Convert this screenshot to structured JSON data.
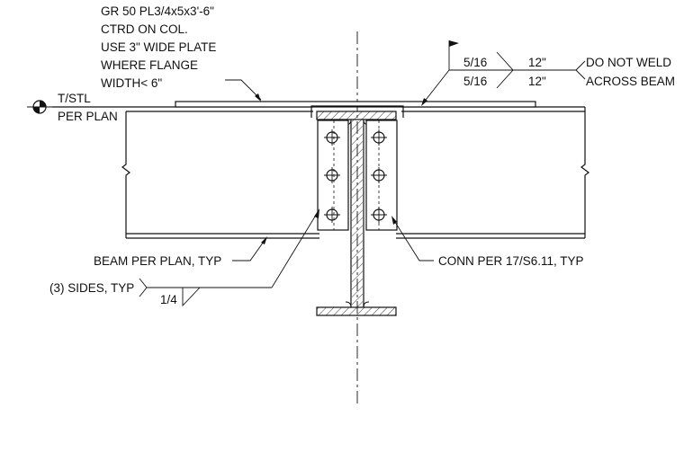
{
  "notes": {
    "plate_callout": [
      "GR 50 PL3/4x5x3'-6\"",
      "CTRD ON COL.",
      "USE 3\" WIDE PLATE",
      "WHERE FLANGE",
      "WIDTH< 6\""
    ],
    "tstl": [
      "T/STL",
      "PER PLAN"
    ],
    "weld_top_size": "5/16",
    "weld_bottom_size": "5/16",
    "weld_top_length": "12\"",
    "weld_bottom_length": "12\"",
    "weld_note": [
      "DO NOT WELD",
      "ACROSS BEAM"
    ],
    "beam_label": "BEAM PER PLAN, TYP",
    "conn_label": "CONN PER 17/S6.11, TYP",
    "sides_label": "(3) SIDES, TYP",
    "sides_weld_size": "1/4"
  }
}
